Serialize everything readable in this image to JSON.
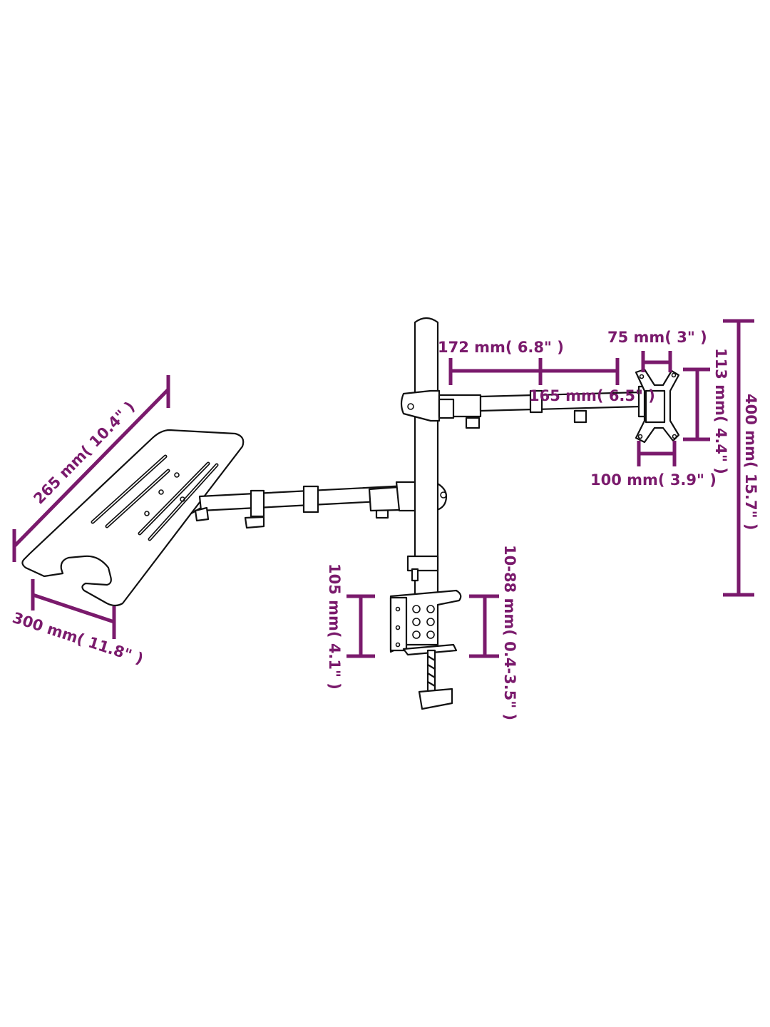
{
  "colors": {
    "dimension": "#7a1a6c",
    "drawing": "#111111",
    "background": "#ffffff"
  },
  "dimensions": {
    "arm_length": "172 mm( 6.8\" )",
    "arm_span": "165 mm( 6.5\" )",
    "vesa_small": "75 mm( 3\" )",
    "vesa_height": "113 mm( 4.4\" )",
    "vesa_large": "100 mm( 3.9\" )",
    "pole_height": "400 mm( 15.7\" )",
    "tray_length": "265 mm( 10.4\" )",
    "tray_width": "300 mm( 11.8\" )",
    "clamp_height": "105 mm( 4.1\" )",
    "clamp_range": "10-88 mm( 0.4-3.5\" )"
  }
}
